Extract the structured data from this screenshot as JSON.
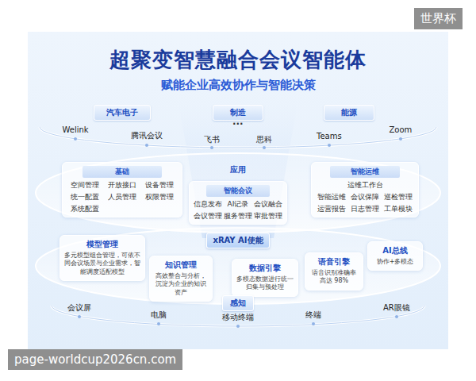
{
  "diagram": {
    "title": "超聚变智慧融合会议智能体",
    "nodes": [
      {
        "text": [
          "汽车电子"
        ]
      },
      {
        "text": [
          "制造"
        ]
      },
      {
        "text": [
          "能源"
        ]
      },
      {
        "text": [
          "基础"
        ]
      },
      {
        "text": [
          "空间管理"
        ],
        "in": 3
      },
      {
        "text": [
          "开放接口"
        ],
        "in": 3
      },
      {
        "text": [
          "设备管理"
        ],
        "in": 3
      },
      {
        "text": [
          "统一配置"
        ],
        "in": 3
      },
      {
        "text": [
          "人员管理"
        ],
        "in": 3
      },
      {
        "text": [
          "权限管理"
        ],
        "in": 3
      },
      {
        "text": [
          "系统配置"
        ],
        "in": 3
      },
      {
        "text": [
          "智能会议"
        ]
      },
      {
        "text": [
          "信息发布"
        ],
        "in": 11
      },
      {
        "text": [
          "AI记录"
        ],
        "in": 11
      },
      {
        "text": [
          "会议融合"
        ],
        "in": 11
      },
      {
        "text": [
          "会议管理"
        ],
        "in": 11
      },
      {
        "text": [
          "服务管理"
        ],
        "in": 11
      },
      {
        "text": [
          "审批管理"
        ],
        "in": 11
      },
      {
        "text": [
          "智能运维"
        ]
      },
      {
        "text": [
          "运维工作台"
        ],
        "in": 18
      },
      {
        "text": [
          "智能运维"
        ],
        "in": 18
      },
      {
        "text": [
          "会议保障"
        ],
        "in": 18
      },
      {
        "text": [
          "巡检管理"
        ],
        "in": 18
      },
      {
        "text": [
          "运营报告"
        ],
        "in": 18
      },
      {
        "text": [
          "日志管理"
        ],
        "in": 18
      },
      {
        "text": [
          "工单模块"
        ],
        "in": 18
      },
      {
        "text": [
          "xRAY AI使能"
        ]
      },
      {
        "text": [
          "模型管理",
          "多元模型组合管理，可依不同会议场景与企业需求，智能调度适配模型"
        ]
      },
      {
        "text": [
          "知识管理",
          "高效整合与分析，沉淀为企业的知识资产"
        ]
      },
      {
        "text": [
          "数据引擎",
          "多模态数据进行统一归集与预处理"
        ]
      },
      {
        "text": [
          "语音引擎",
          "语音识别准确率高达 98%"
        ]
      },
      {
        "text": [
          "AI总线",
          "协作+多模态"
        ]
      },
      {
        "text": [
          "感知"
        ]
      }
    ],
    "labels": [
      "世界杯",
      "赋能企业高效协作与智能决策",
      "...",
      "Welink",
      "腾讯会议",
      "飞书",
      "思科",
      "Teams",
      "Zoom",
      "应用",
      "会议屏",
      "电脑",
      "移动终端",
      "终端",
      "AR眼镜",
      "page-worldcup2026cn.com"
    ]
  }
}
